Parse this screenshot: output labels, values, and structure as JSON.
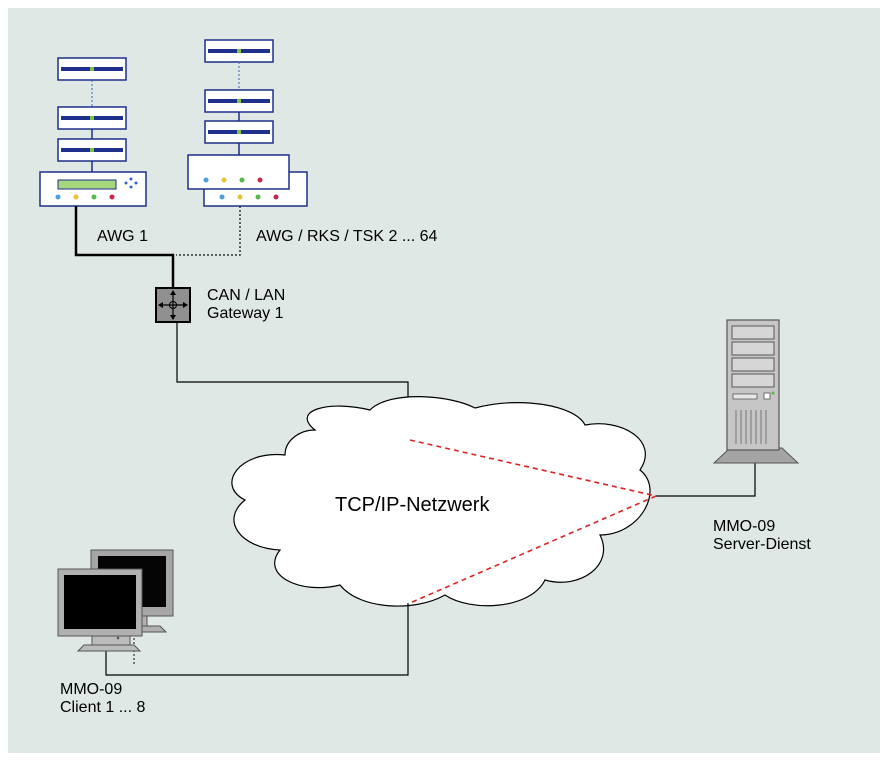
{
  "labels": {
    "awg1": "AWG 1",
    "awg_group": "AWG / RKS / TSK 2 ... 64",
    "gateway_line1": "CAN / LAN",
    "gateway_line2": "Gateway 1",
    "network": "TCP/IP-Netzwerk",
    "server_line1": "MMO-09",
    "server_line2": "Server-Dienst",
    "client_line1": "MMO-09",
    "client_line2": "Client 1 ... 8"
  },
  "colors": {
    "background": "#dfe8e4",
    "device_blue": "#1e2f8c",
    "dashed_link": "#dd2222",
    "cloud": "#ffffff"
  },
  "icons": {
    "rack_unit": "rack-unit-icon",
    "controller": "controller-device-icon",
    "gateway": "gateway-router-icon",
    "server": "server-tower-icon",
    "client": "monitor-workstation-icon",
    "network": "cloud-icon"
  }
}
